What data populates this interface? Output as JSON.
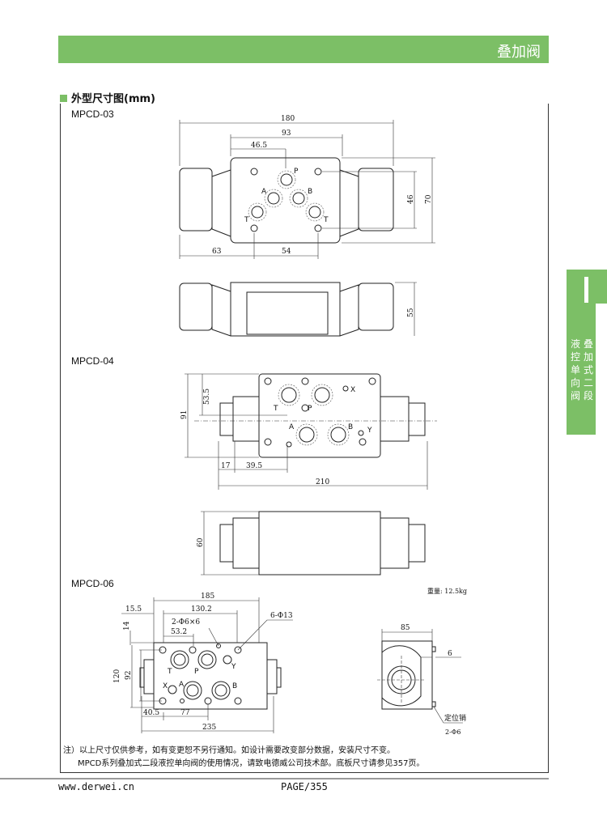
{
  "header": {
    "title": "叠加阀"
  },
  "section": {
    "title": "外型尺寸图(mm)"
  },
  "models": [
    "MPCD-03",
    "MPCD-04",
    "MPCD-06"
  ],
  "mpcd03": {
    "dims": [
      "180",
      "93",
      "46.5",
      "63",
      "54",
      "46",
      "70",
      "55"
    ],
    "ports": [
      "P",
      "A",
      "B",
      "T",
      "T"
    ]
  },
  "mpcd04": {
    "dims": [
      "53.5",
      "91",
      "17",
      "39.5",
      "210",
      "60"
    ],
    "ports": [
      "T",
      "P",
      "X",
      "A",
      "B",
      "Y"
    ]
  },
  "mpcd06": {
    "dims": [
      "185",
      "15.5",
      "130.2",
      "2-Φ6×6",
      "6-Φ13",
      "53.2",
      "14",
      "120",
      "92",
      "40.5",
      "77",
      "235",
      "85",
      "6"
    ],
    "ports": [
      "T",
      "P",
      "Y",
      "X",
      "A",
      "B"
    ],
    "weight": "重量: 12.5kg",
    "pin_label": "定位销",
    "pin_spec": "2-Φ6"
  },
  "notes": [
    "注）以上尺寸仅供参考，如有变更恕不另行通知。如设计需要改变部分数据，安装尺寸不变。",
    "MPCD系列叠加式二段液控单向阀的使用情况，请致电德威公司技术部。底板尺寸请参见357页。"
  ],
  "footer": {
    "website": "www.derwei.cn",
    "page": "PAGE/355"
  },
  "side_tab": {
    "roman": "I",
    "col1": [
      "叠",
      "加",
      "式",
      "二",
      "段"
    ],
    "col2": [
      "液",
      "控",
      "单",
      "向",
      "阀"
    ]
  },
  "colors": {
    "accent": "#7cbf66"
  }
}
